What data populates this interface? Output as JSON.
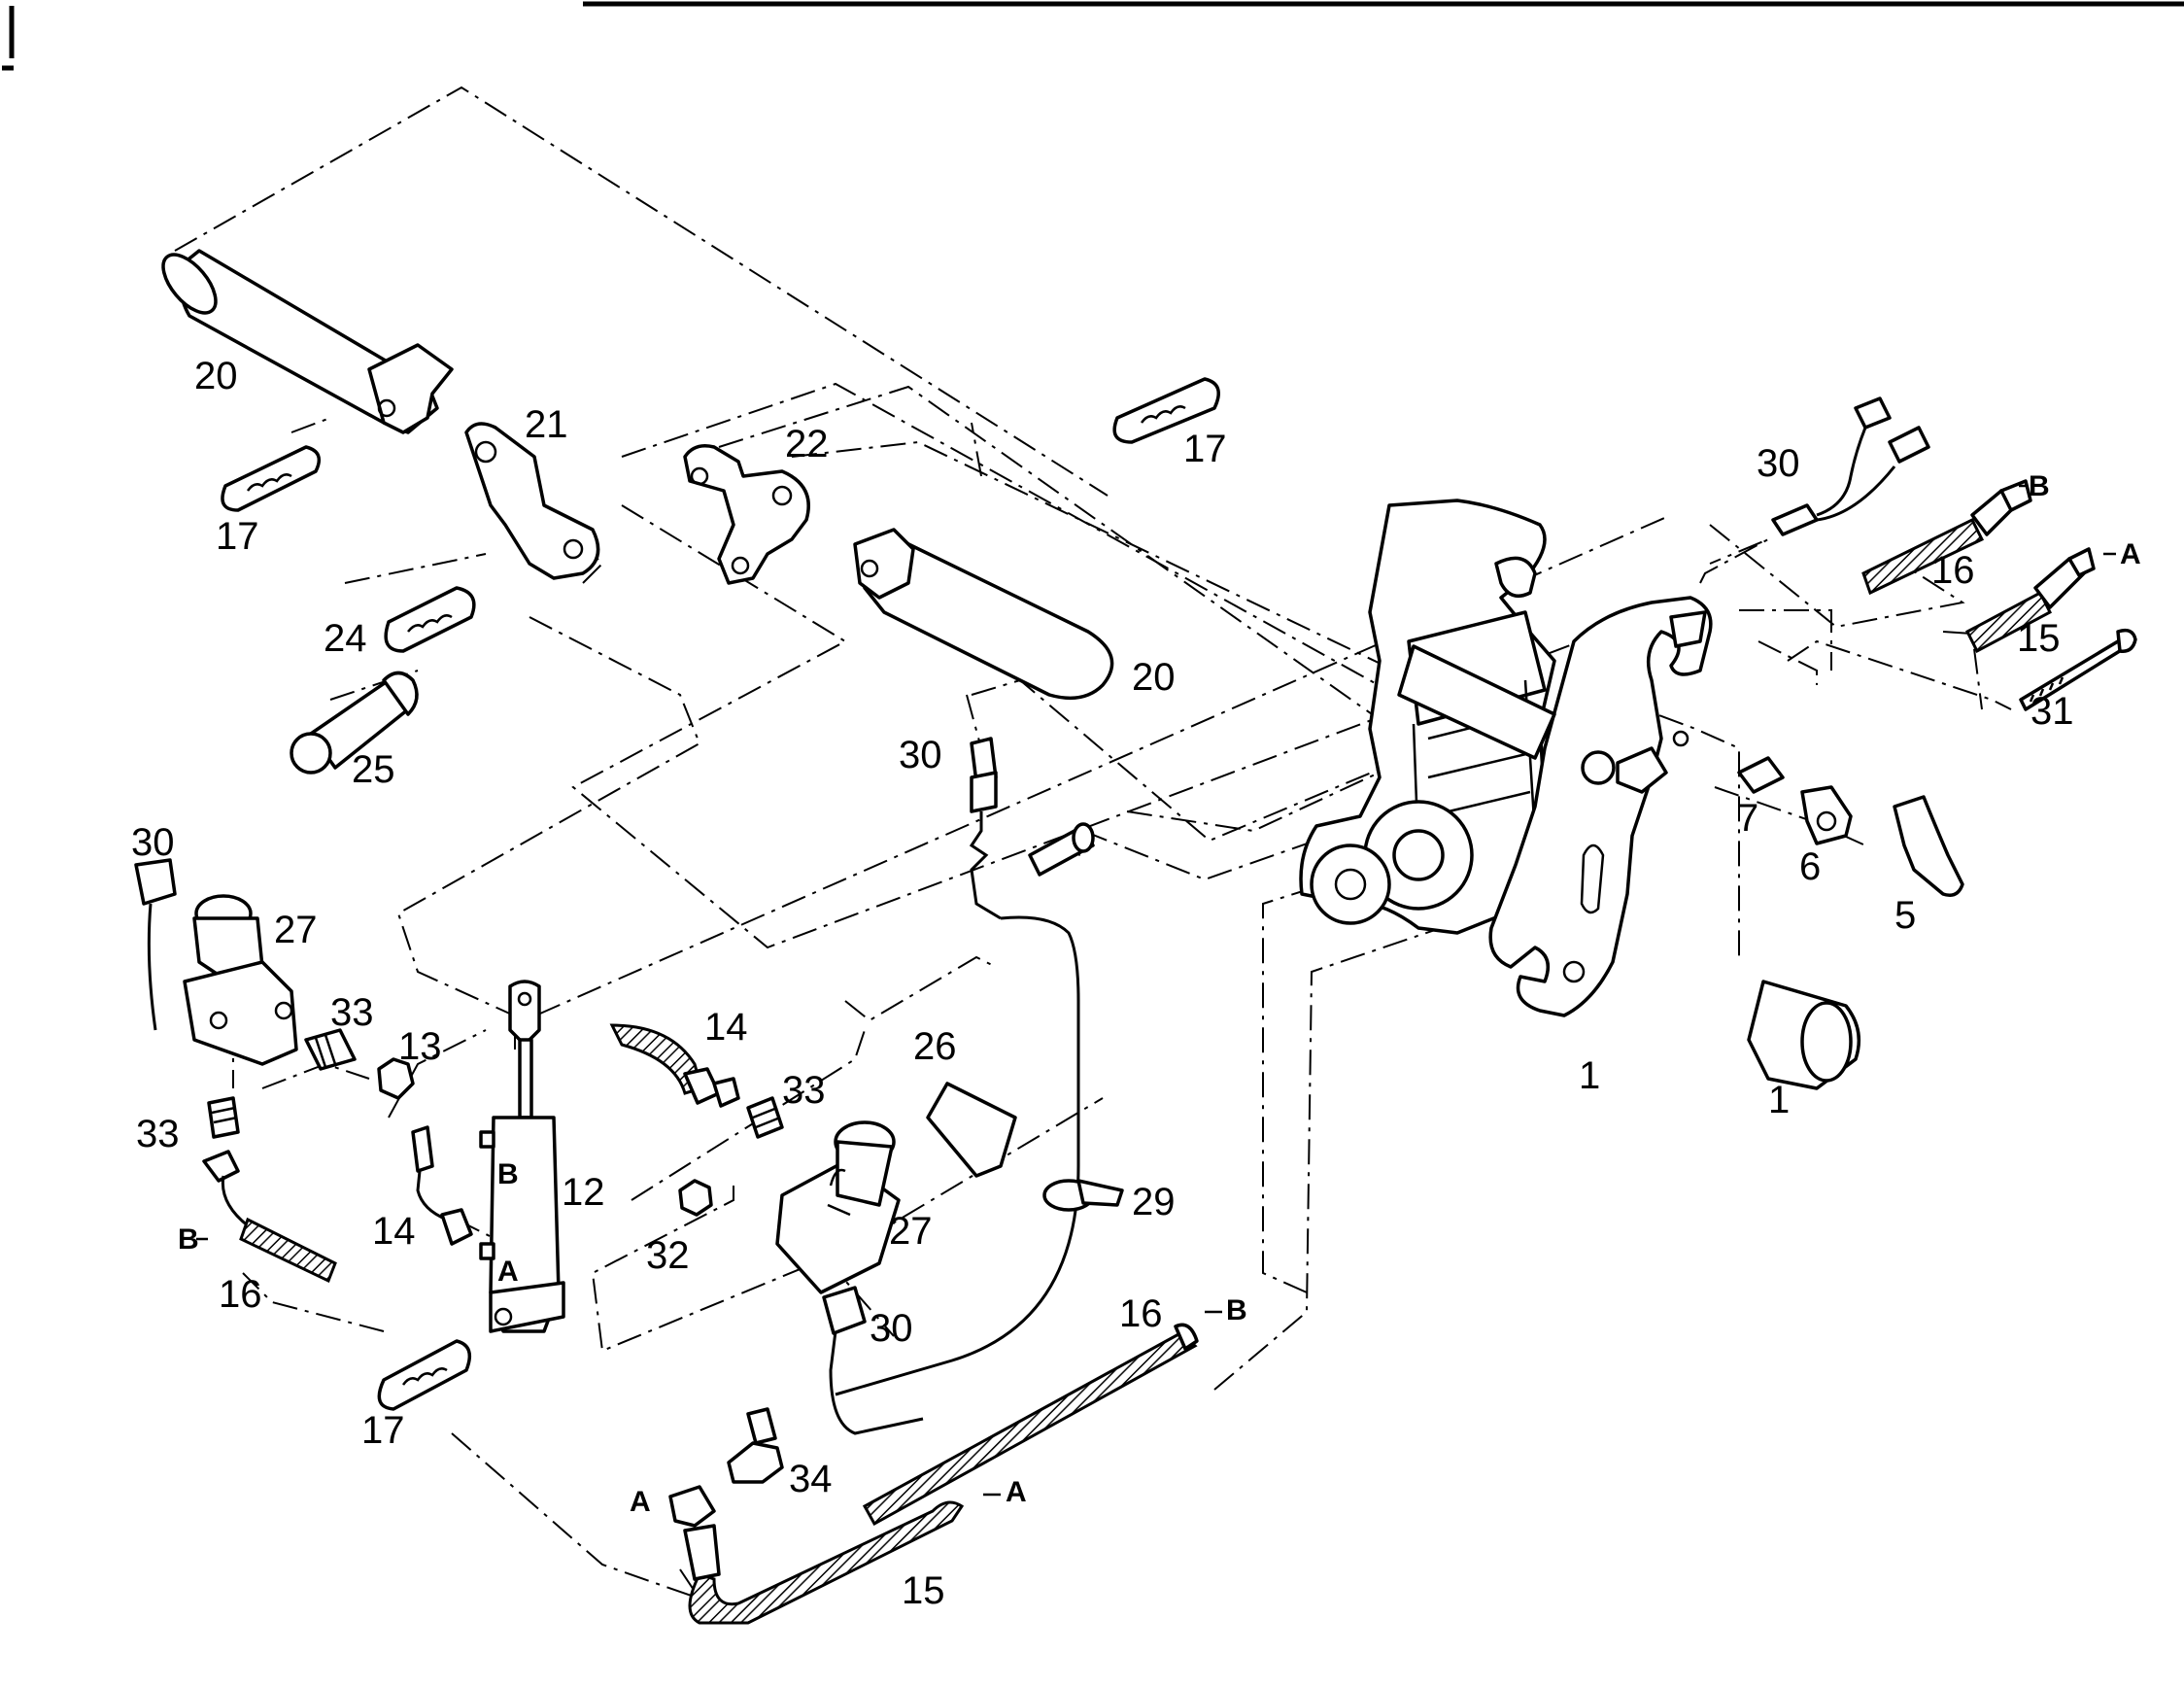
{
  "diagram": {
    "type": "exploded-parts-view",
    "callouts": [
      {
        "id": "c20a",
        "label": "20"
      },
      {
        "id": "c21",
        "label": "21"
      },
      {
        "id": "c17a",
        "label": "17"
      },
      {
        "id": "c22",
        "label": "22"
      },
      {
        "id": "c17b",
        "label": "17"
      },
      {
        "id": "c24",
        "label": "24"
      },
      {
        "id": "c20b",
        "label": "20"
      },
      {
        "id": "c25",
        "label": "25"
      },
      {
        "id": "c30a",
        "label": "30"
      },
      {
        "id": "c30b",
        "label": "30"
      },
      {
        "id": "c16a",
        "label": "16"
      },
      {
        "id": "c15a",
        "label": "15"
      },
      {
        "id": "c31",
        "label": "31"
      },
      {
        "id": "c7",
        "label": "7"
      },
      {
        "id": "c6",
        "label": "6"
      },
      {
        "id": "c5",
        "label": "5"
      },
      {
        "id": "c30c",
        "label": "30"
      },
      {
        "id": "c27a",
        "label": "27"
      },
      {
        "id": "c33a",
        "label": "33"
      },
      {
        "id": "c13",
        "label": "13"
      },
      {
        "id": "c14a",
        "label": "14"
      },
      {
        "id": "c33b",
        "label": "33"
      },
      {
        "id": "c26",
        "label": "26"
      },
      {
        "id": "c33c",
        "label": "33"
      },
      {
        "id": "c12",
        "label": "12"
      },
      {
        "id": "c14b",
        "label": "14"
      },
      {
        "id": "c32",
        "label": "32"
      },
      {
        "id": "c27b",
        "label": "27"
      },
      {
        "id": "c29",
        "label": "29"
      },
      {
        "id": "c1a",
        "label": "1"
      },
      {
        "id": "c1b",
        "label": "1"
      },
      {
        "id": "c16b",
        "label": "16"
      },
      {
        "id": "c17c",
        "label": "17"
      },
      {
        "id": "c30d",
        "label": "30"
      },
      {
        "id": "c16c",
        "label": "16"
      },
      {
        "id": "c34",
        "label": "34"
      },
      {
        "id": "c15b",
        "label": "15"
      }
    ],
    "port_marks": [
      {
        "id": "pB1",
        "label": "B"
      },
      {
        "id": "pA1",
        "label": "A"
      },
      {
        "id": "pB2",
        "label": "B"
      },
      {
        "id": "pA2",
        "label": "A"
      },
      {
        "id": "pB3",
        "label": "B"
      },
      {
        "id": "pB4",
        "label": "B"
      },
      {
        "id": "pA3",
        "label": "A"
      },
      {
        "id": "pA4",
        "label": "A"
      }
    ]
  }
}
